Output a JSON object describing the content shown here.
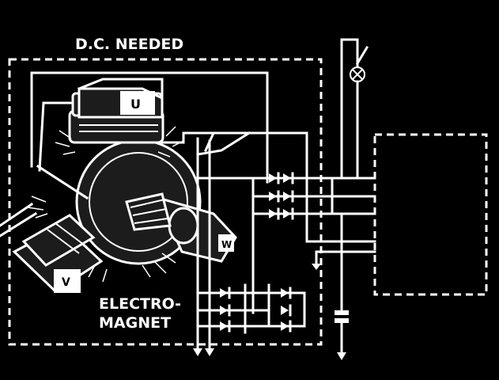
{
  "diagram": {
    "title": "D.C. NEEDED",
    "electromagnet_label_line1": "ELECTRO-",
    "electromagnet_label_line2": "MAGNET",
    "coil_labels": {
      "u": "U",
      "v": "V",
      "w": "W"
    }
  },
  "colors": {
    "background": "#000000",
    "line": "#ffffff"
  }
}
